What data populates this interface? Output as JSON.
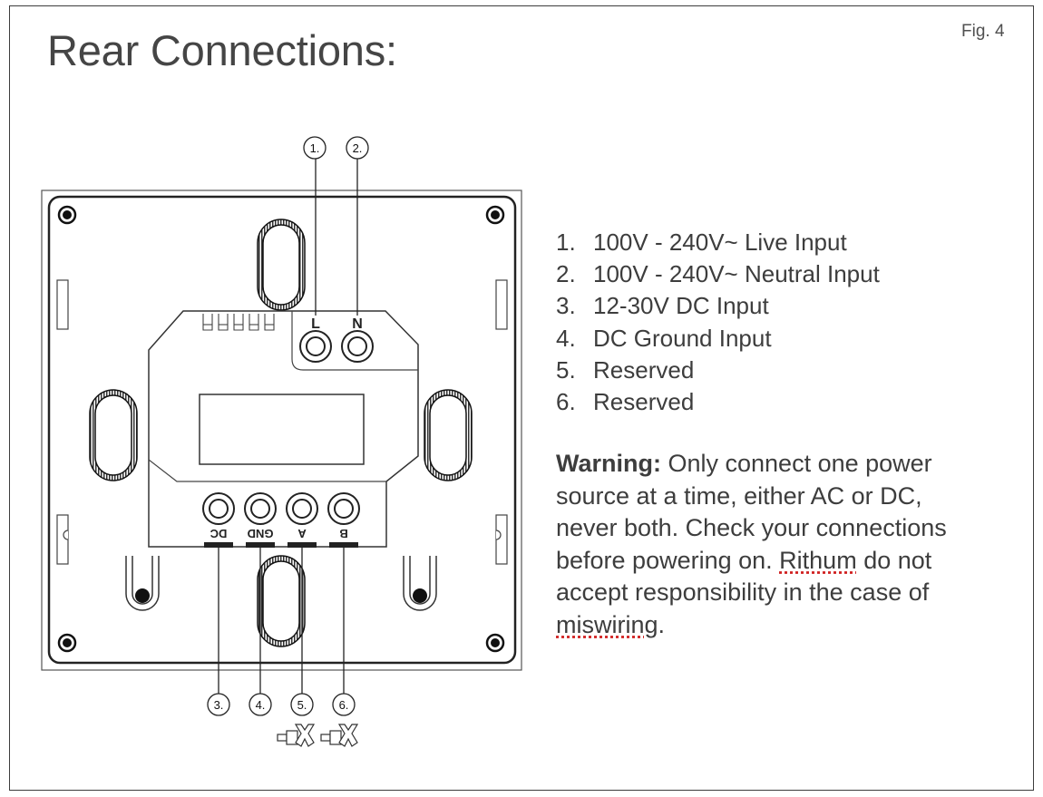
{
  "title": "Rear Connections:",
  "fig_label": "Fig. 4",
  "device": {
    "terminal_top_labels": [
      "L",
      "N"
    ],
    "terminal_bottom_labels": [
      "DC",
      "GND",
      "A",
      "B"
    ],
    "callouts_top": [
      "1.",
      "2."
    ],
    "callouts_bottom": [
      "3.",
      "4.",
      "5.",
      "6."
    ]
  },
  "legend": [
    {
      "num": "1.",
      "text": "100V - 240V~ Live Input"
    },
    {
      "num": "2.",
      "text": "100V - 240V~ Neutral Input"
    },
    {
      "num": "3.",
      "text": "12-30V DC Input"
    },
    {
      "num": "4.",
      "text": "DC Ground Input"
    },
    {
      "num": "5.",
      "text": "Reserved"
    },
    {
      "num": "6.",
      "text": "Reserved"
    }
  ],
  "warning": {
    "label": "Warning:",
    "text_before": " Only connect one power source at a time, either AC or DC, never both. Check your connections before powering on. ",
    "brand": "Rithum",
    "text_middle": " do not accept responsibility in the case of ",
    "last_word": "miswiring",
    "end": "."
  }
}
